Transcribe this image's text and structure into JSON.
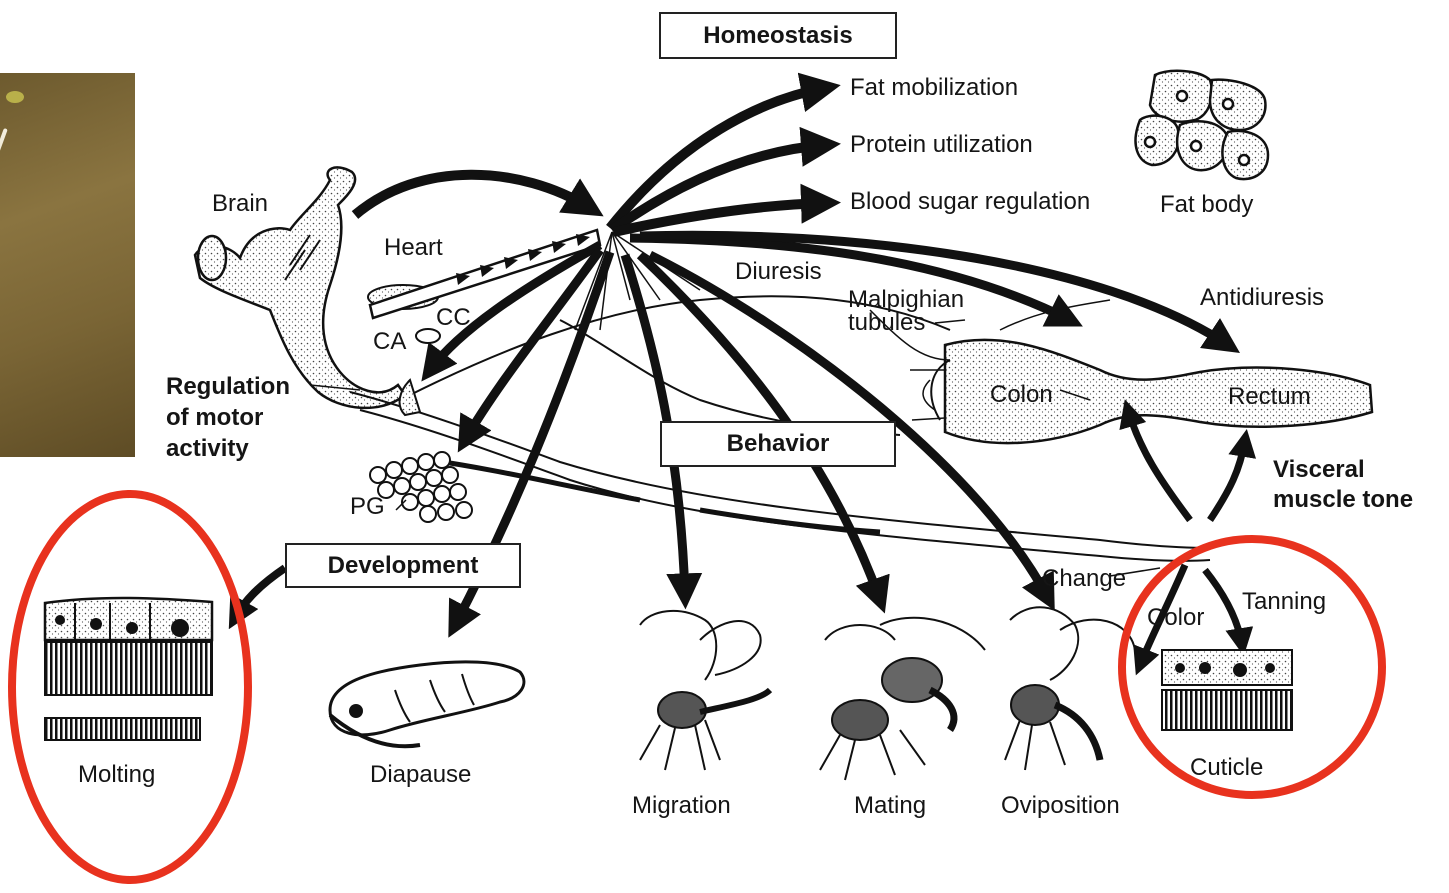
{
  "colors": {
    "circle_highlight": "#e8321e",
    "ink": "#111111",
    "photo_tone": "#7a6535"
  },
  "boxes": {
    "homeostasis": "Homeostasis",
    "behavior": "Behavior",
    "development": "Development"
  },
  "homeostasis_effects": [
    "Fat mobilization",
    "Protein utilization",
    "Blood sugar regulation"
  ],
  "labels": {
    "fat_body": "Fat body",
    "brain": "Brain",
    "heart": "Heart",
    "cc": "CC",
    "ca": "CA",
    "diuresis": "Diuresis",
    "malpighian_1": "Malpighian",
    "malpighian_2": "tubules",
    "antidiuresis": "Antidiuresis",
    "colon": "Colon",
    "rectum": "Rectum",
    "motor_1": "Regulation",
    "motor_2": "of motor",
    "motor_3": "activity",
    "pg": "PG",
    "visceral_1": "Visceral",
    "visceral_2": "muscle tone",
    "change": "Change",
    "color": "Color",
    "tanning": "Tanning",
    "cuticle": "Cuticle",
    "molting": "Molting",
    "diapause": "Diapause",
    "migration": "Migration",
    "mating": "Mating",
    "oviposition": "Oviposition"
  },
  "icons": [
    "fat-body-cells-icon",
    "brain-icon",
    "pupa-icon",
    "fly-icon",
    "cuticle-section-icon",
    "photo-inset"
  ]
}
